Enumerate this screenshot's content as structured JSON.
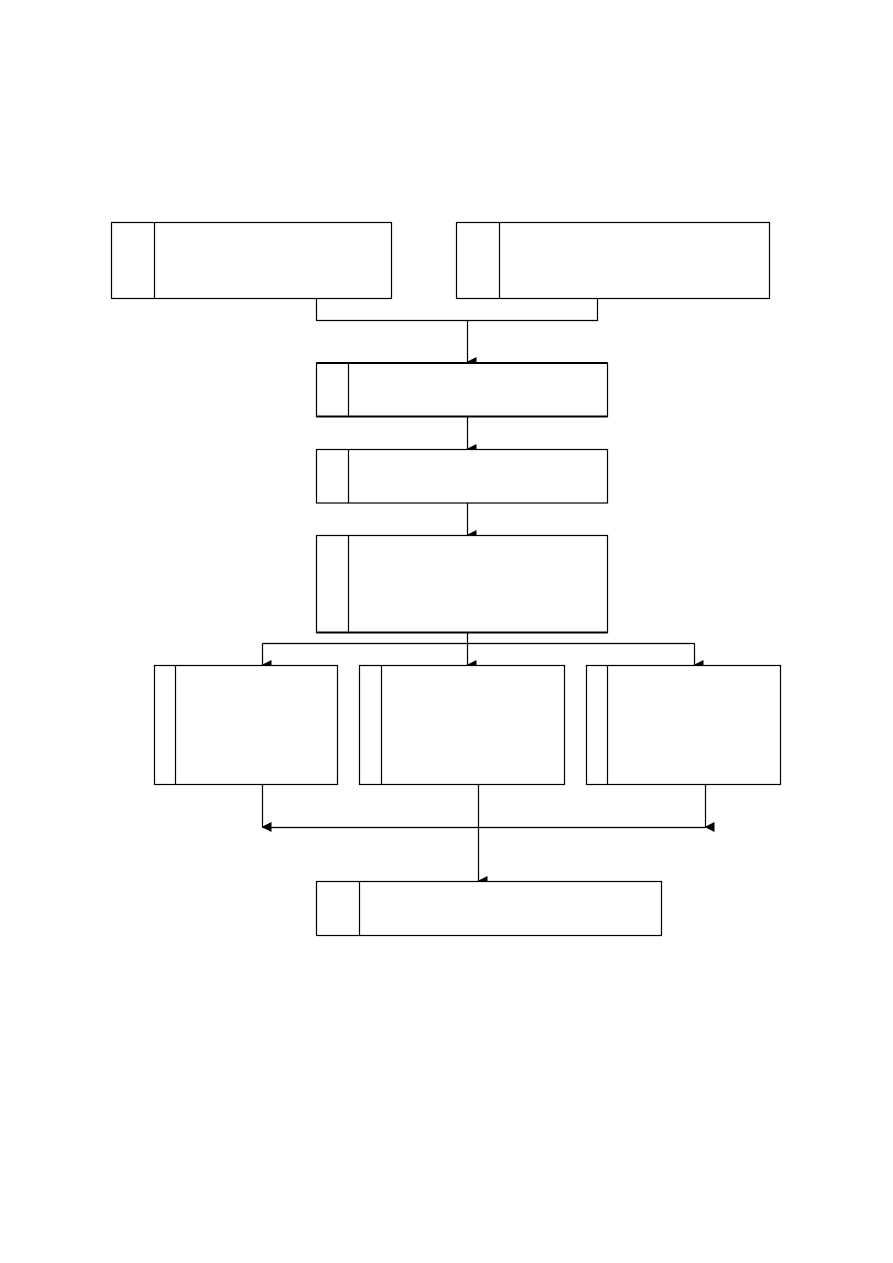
{
  "diagram": {
    "line_color": "#000000",
    "box_fill": "#ffffff",
    "boxes": [
      {
        "id": "box-1",
        "label_tab": "",
        "text": ""
      },
      {
        "id": "box-2",
        "label_tab": "",
        "text": ""
      },
      {
        "id": "box-3",
        "label_tab": "",
        "text": ""
      },
      {
        "id": "box-4",
        "label_tab": "",
        "text": ""
      },
      {
        "id": "box-5",
        "label_tab": "",
        "text": ""
      },
      {
        "id": "box-6",
        "label_tab": "",
        "text": ""
      },
      {
        "id": "box-7",
        "label_tab": "",
        "text": ""
      },
      {
        "id": "box-8",
        "label_tab": "",
        "text": ""
      },
      {
        "id": "box-9",
        "label_tab": "",
        "text": ""
      }
    ],
    "connections": [
      {
        "from": [
          "box-1",
          "box-2"
        ],
        "to": "box-3"
      },
      {
        "from": [
          "box-3"
        ],
        "to": "box-4"
      },
      {
        "from": [
          "box-4"
        ],
        "to": "box-5"
      },
      {
        "from": [
          "box-5"
        ],
        "to": [
          "box-6",
          "box-7",
          "box-8"
        ]
      },
      {
        "from": [
          "box-6",
          "box-7",
          "box-8"
        ],
        "to": "box-9"
      }
    ]
  }
}
